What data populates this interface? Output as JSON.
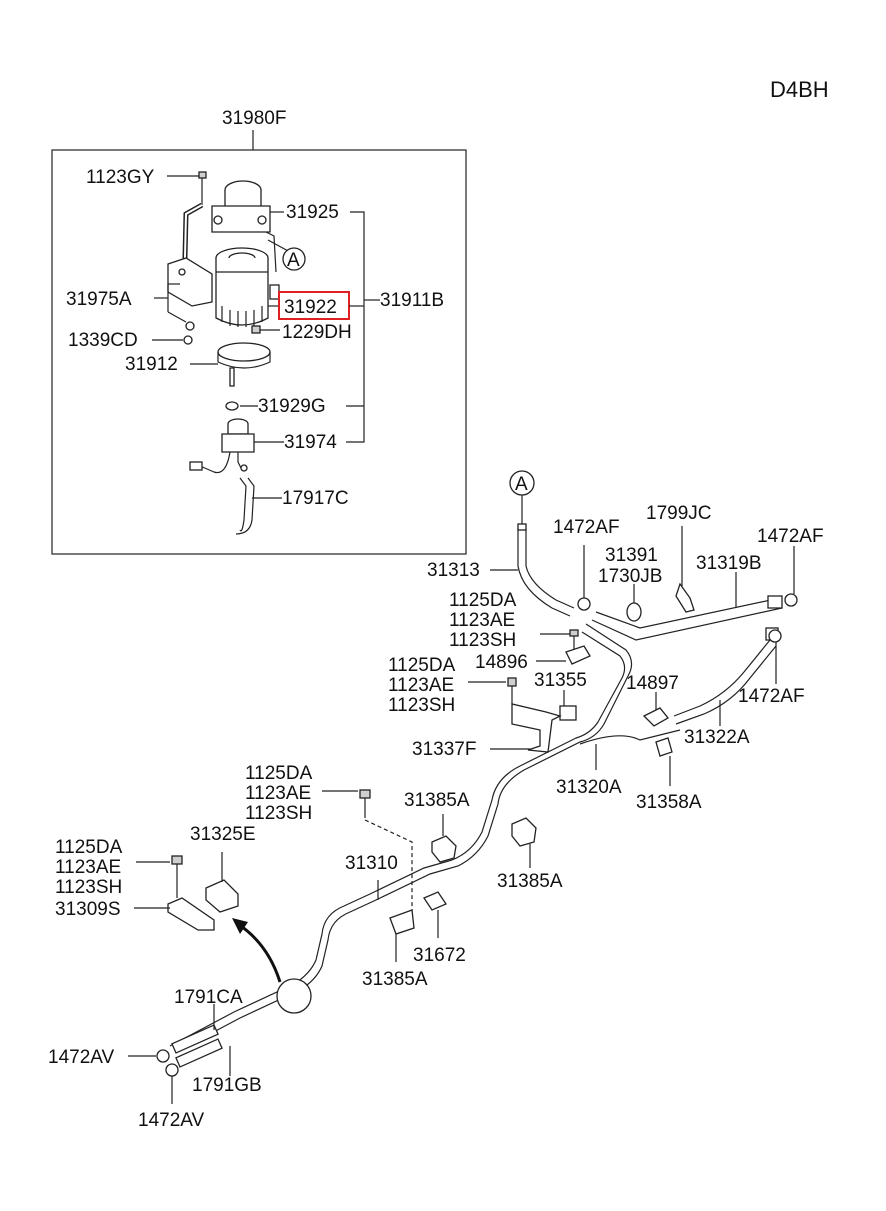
{
  "engine_code": "D4BH",
  "callout_letter": "A",
  "highlight_color": "#e02020",
  "labels": {
    "p31980F": "31980F",
    "p1123GY": "1123GY",
    "p31925": "31925",
    "p31975A": "31975A",
    "p31922": "31922",
    "p31911B": "31911B",
    "p1339CD": "1339CD",
    "p1229DH": "1229DH",
    "p31912": "31912",
    "p31929G": "31929G",
    "p31974": "31974",
    "p17917C": "17917C",
    "p1472AF_a": "1472AF",
    "p1799JC": "1799JC",
    "p1472AF_b": "1472AF",
    "p31391": "31391",
    "p1730JB": "1730JB",
    "p31319B": "31319B",
    "p31313": "31313",
    "p1125DA_a": "1125DA",
    "p1123AE_a": "1123AE",
    "p1123SH_a": "1123SH",
    "p14896": "14896",
    "p1125DA_b": "1125DA",
    "p1123AE_b": "1123AE",
    "p1123SH_b": "1123SH",
    "p31355": "31355",
    "p14897": "14897",
    "p1472AF_c": "1472AF",
    "p31337F": "31337F",
    "p31322A": "31322A",
    "p31320A": "31320A",
    "p31358A": "31358A",
    "p1125DA_c": "1125DA",
    "p1123AE_c": "1123AE",
    "p1123SH_c": "1123SH",
    "p31385A_a": "31385A",
    "p1125DA_d": "1125DA",
    "p1123AE_d": "1123AE",
    "p1123SH_d": "1123SH",
    "p31325E": "31325E",
    "p31310": "31310",
    "p31385A_b": "31385A",
    "p31309S": "31309S",
    "p31672": "31672",
    "p31385A_c": "31385A",
    "p1791CA": "1791CA",
    "p1472AV_a": "1472AV",
    "p1791GB": "1791GB",
    "p1472AV_b": "1472AV"
  }
}
